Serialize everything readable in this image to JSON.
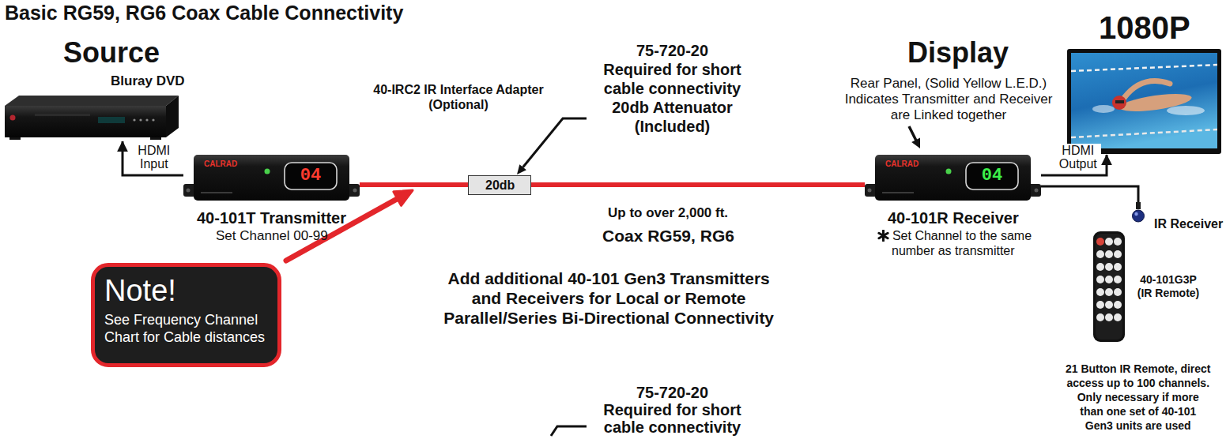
{
  "diagram": {
    "title": "Basic RG59, RG6 Coax Cable Connectivity",
    "nodes": [
      {
        "text": [
          "Bluray DVD"
        ]
      },
      {
        "text": [
          "CALRAD",
          "04",
          "40-101T Transmitter",
          "Set Channel 00-99"
        ]
      },
      {
        "text": [
          "20db"
        ]
      },
      {
        "text": [
          "CALRAD",
          "04",
          "40-101R Receiver",
          "Set Channel to the same number as transmitter"
        ]
      },
      {
        "text": [
          "1080P"
        ]
      },
      {
        "text": [
          "IR Receiver"
        ]
      },
      {
        "text": [
          "Note!",
          "See Frequency Channel Chart for Cable distances"
        ]
      }
    ],
    "edges": [
      {
        "from": 1,
        "to": 0,
        "arrow": "to",
        "label": "HDMI Input"
      },
      {
        "from": 1,
        "to": 2,
        "arrow": "none"
      },
      {
        "from": 2,
        "to": 3,
        "arrow": "none"
      },
      {
        "from": 3,
        "to": 4,
        "arrow": "to",
        "label": "HDMI Output"
      },
      {
        "from": 3,
        "to": 5,
        "arrow": "none"
      }
    ],
    "labels": [
      "Source",
      "40-IRC2 IR Interface Adapter (Optional)",
      "75-720-20 Required for short cable connectivity 20db Attenuator (Included)",
      "Up to over 2,000 ft.",
      "Coax RG59, RG6",
      "Display",
      "Rear Panel, (Solid Yellow L.E.D.) Indicates Transmitter and Receiver are Linked together",
      "40-101G3P (IR Remote)",
      "21 Button IR Remote, direct access up to 100 channels. Only necessary if more than one set of 40-101 Gen3 units are used",
      "Add additional 40-101 Gen3 Transmitters and Receivers for Local or Remote Parallel/Series Bi-Directional Connectivity",
      "75-720-20 Required for short cable connectivity"
    ]
  }
}
